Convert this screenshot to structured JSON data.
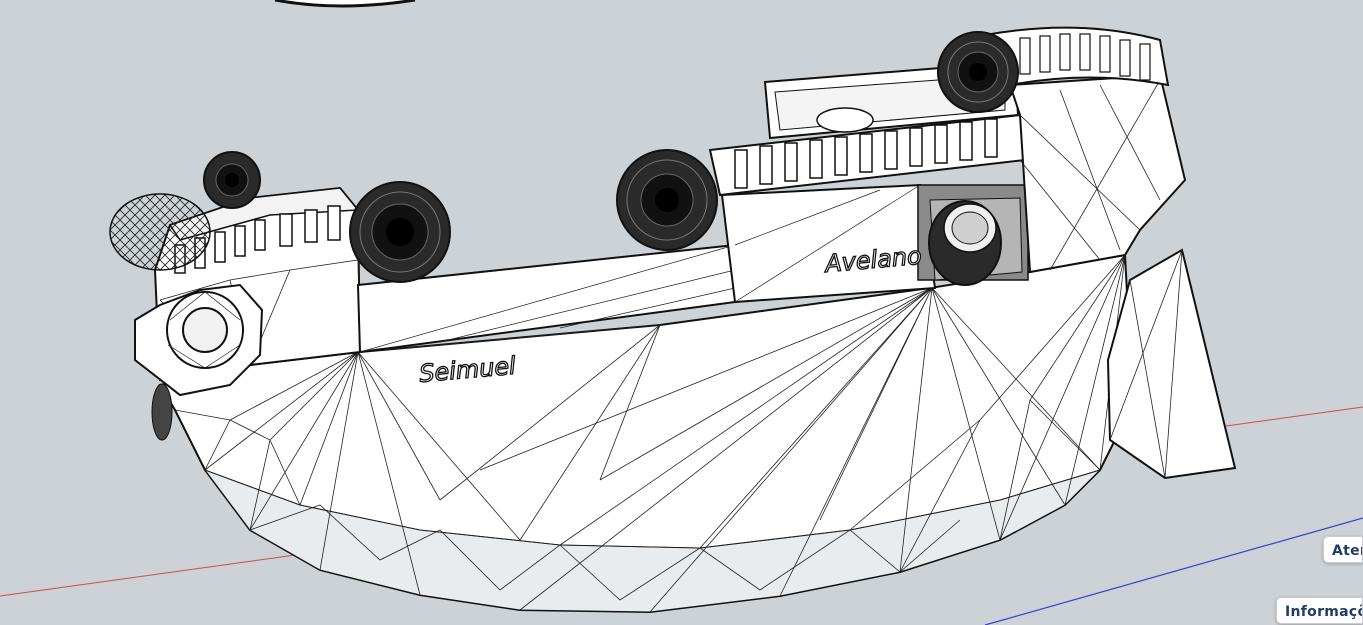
{
  "viewport": {
    "background_color": "#ccd2d6",
    "red_axis_color": "#d14b4b",
    "blue_axis_color": "#3a3fd0",
    "model_labels": [
      "Seimuel",
      "Avelano"
    ]
  },
  "side_panel": {
    "tabs": [
      {
        "label": "Aten"
      },
      {
        "label": "Informaçõ"
      }
    ]
  }
}
